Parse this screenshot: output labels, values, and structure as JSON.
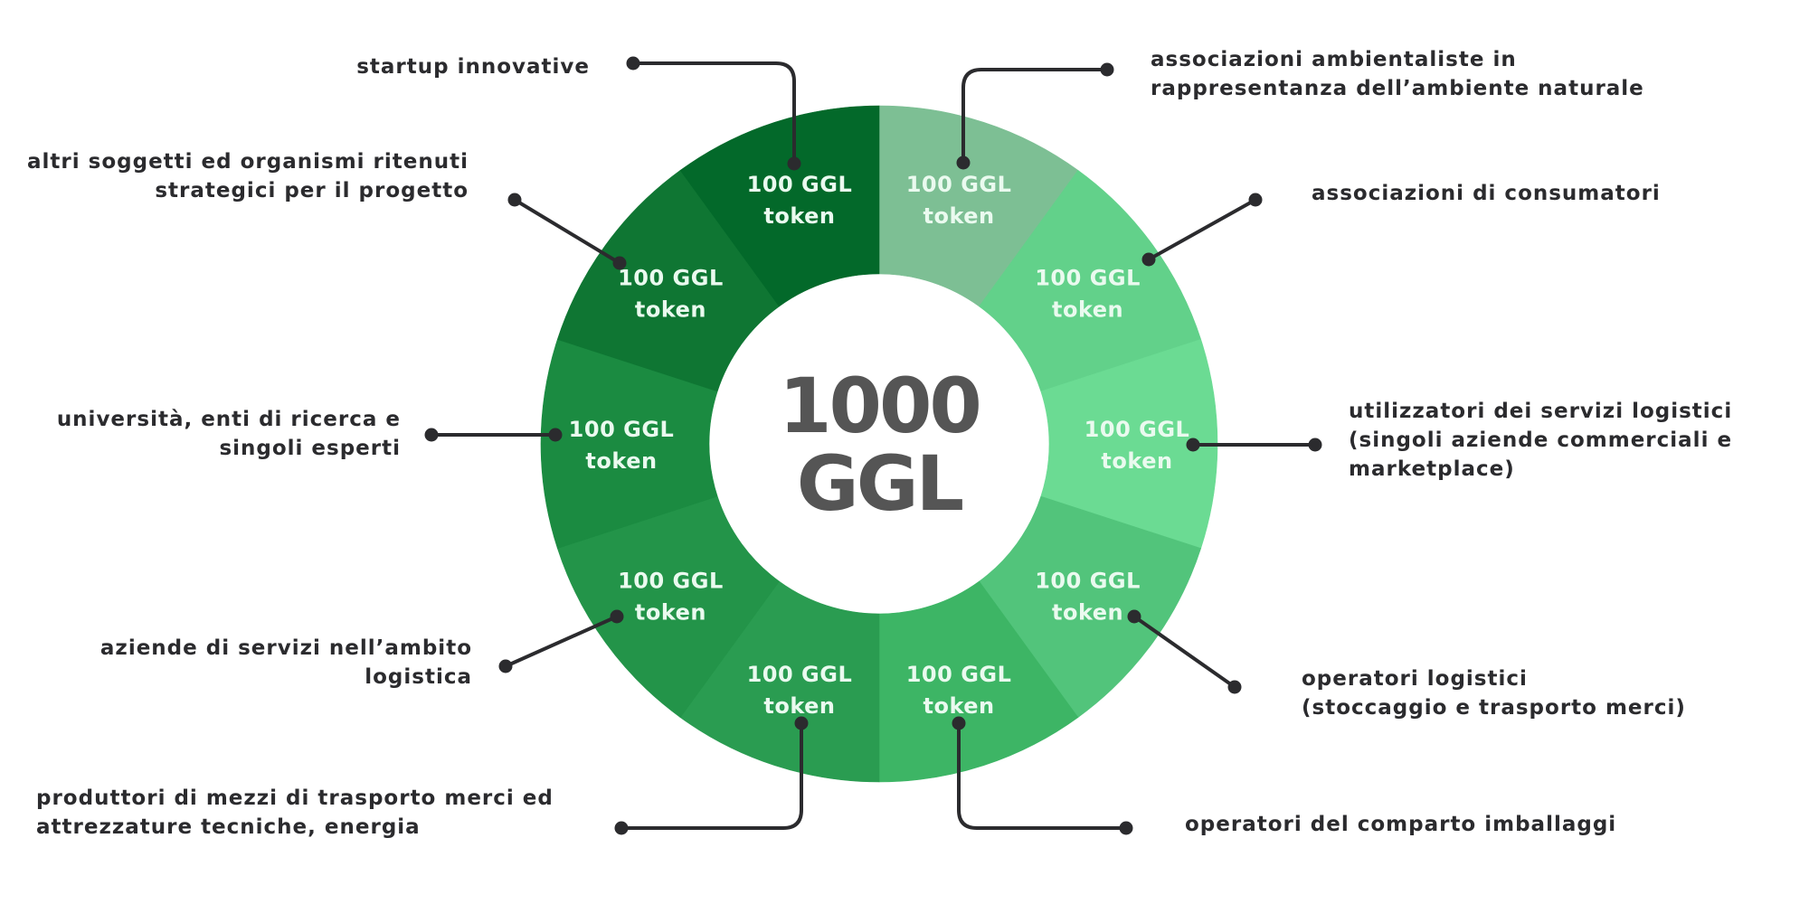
{
  "chart_data": {
    "type": "pie",
    "variant": "donut",
    "title": "1000 GGL",
    "center_label": [
      "1000",
      "GGL"
    ],
    "total": 1000,
    "unit": "GGL token",
    "start": "top",
    "direction": "clockwise",
    "slices": [
      {
        "name": "associazioni ambientaliste in rappresentanza dell'ambiente naturale",
        "value": 100,
        "label": [
          "100 GGL",
          "token"
        ],
        "color": "#7dbf94"
      },
      {
        "name": "associazioni di consumatori",
        "value": 100,
        "label": [
          "100 GGL",
          "token"
        ],
        "color": "#62d18a"
      },
      {
        "name": "utilizzatori dei servizi logistici (singoli aziende commerciali e marketplace)",
        "value": 100,
        "label": [
          "100 GGL",
          "token"
        ],
        "color": "#6bdb93"
      },
      {
        "name": "operatori logistici (stoccaggio e trasporto merci)",
        "value": 100,
        "label": [
          "100 GGL",
          "token"
        ],
        "color": "#52c47b"
      },
      {
        "name": "operatori del comparto imballaggi",
        "value": 100,
        "label": [
          "100 GGL",
          "token"
        ],
        "color": "#3db565"
      },
      {
        "name": "produttori di mezzi di trasporto merci ed attrezzature tecniche, energia",
        "value": 100,
        "label": [
          "100 GGL",
          "token"
        ],
        "color": "#2a9c51"
      },
      {
        "name": "aziende di servizi nell'ambito logistica",
        "value": 100,
        "label": [
          "100 GGL",
          "token"
        ],
        "color": "#239449"
      },
      {
        "name": "università, enti di ricerca e singoli esperti",
        "value": 100,
        "label": [
          "100 GGL",
          "token"
        ],
        "color": "#1b8b41"
      },
      {
        "name": "altri soggetti ed organismi ritenuti strategici per il progetto",
        "value": 100,
        "label": [
          "100 GGL",
          "token"
        ],
        "color": "#0f7633"
      },
      {
        "name": "startup innovative",
        "value": 100,
        "label": [
          "100 GGL",
          "token"
        ],
        "color": "#03692a"
      }
    ]
  },
  "callouts": [
    {
      "lines": [
        "associazioni ambientaliste in",
        "rappresentanza dell’ambiente naturale"
      ]
    },
    {
      "lines": [
        "associazioni di consumatori"
      ]
    },
    {
      "lines": [
        "utilizzatori dei servizi logistici",
        "(singoli aziende commerciali e",
        "marketplace)"
      ]
    },
    {
      "lines": [
        "operatori logistici",
        "(stoccaggio e trasporto merci)"
      ]
    },
    {
      "lines": [
        "operatori del comparto imballaggi"
      ]
    },
    {
      "lines": [
        "produttori di mezzi di trasporto merci ed",
        "attrezzature tecniche, energia"
      ]
    },
    {
      "lines": [
        "aziende di servizi nell’ambito",
        "logistica"
      ]
    },
    {
      "lines": [
        "università, enti di ricerca e",
        "singoli esperti"
      ]
    },
    {
      "lines": [
        "altri soggetti ed organismi ritenuti",
        "strategici per il progetto"
      ]
    },
    {
      "lines": [
        "startup innovative"
      ]
    }
  ],
  "colors": {
    "connector": "#2b2b2e",
    "center_text": "#555555",
    "segment_text": "#eafaef"
  }
}
